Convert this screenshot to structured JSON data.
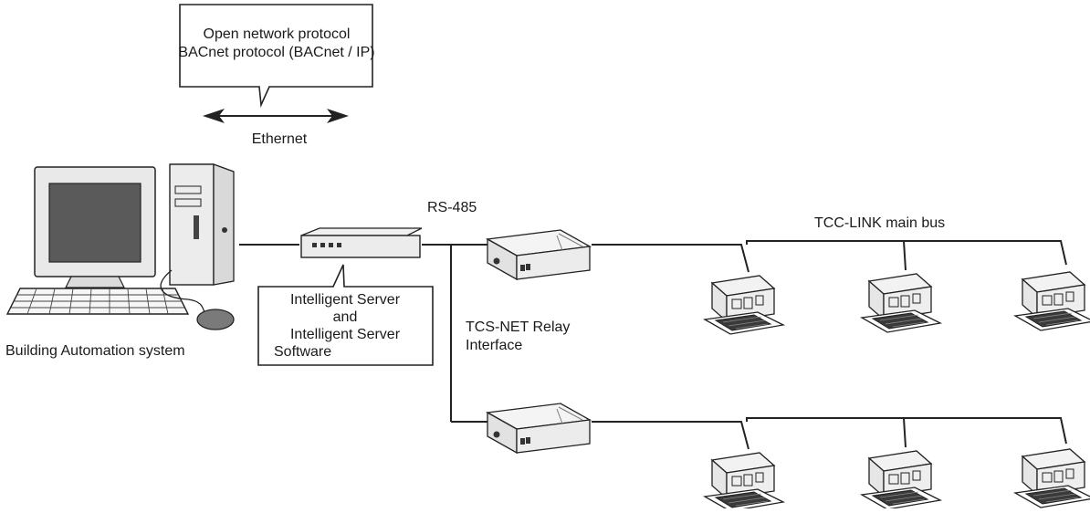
{
  "callout_protocol": {
    "line1": "Open network protocol",
    "line2": "BACnet protocol (BACnet / IP)"
  },
  "ethernet_label": "Ethernet",
  "bas_label": "Building Automation system",
  "server_callout": {
    "line1": "Intelligent Server",
    "line2": "and",
    "line3": "Intelligent Server",
    "line4": "Software"
  },
  "rs485_label": "RS-485",
  "relay_label": {
    "line1": "TCS-NET Relay",
    "line2": "Interface"
  },
  "tcc_label": "TCC-LINK main bus"
}
